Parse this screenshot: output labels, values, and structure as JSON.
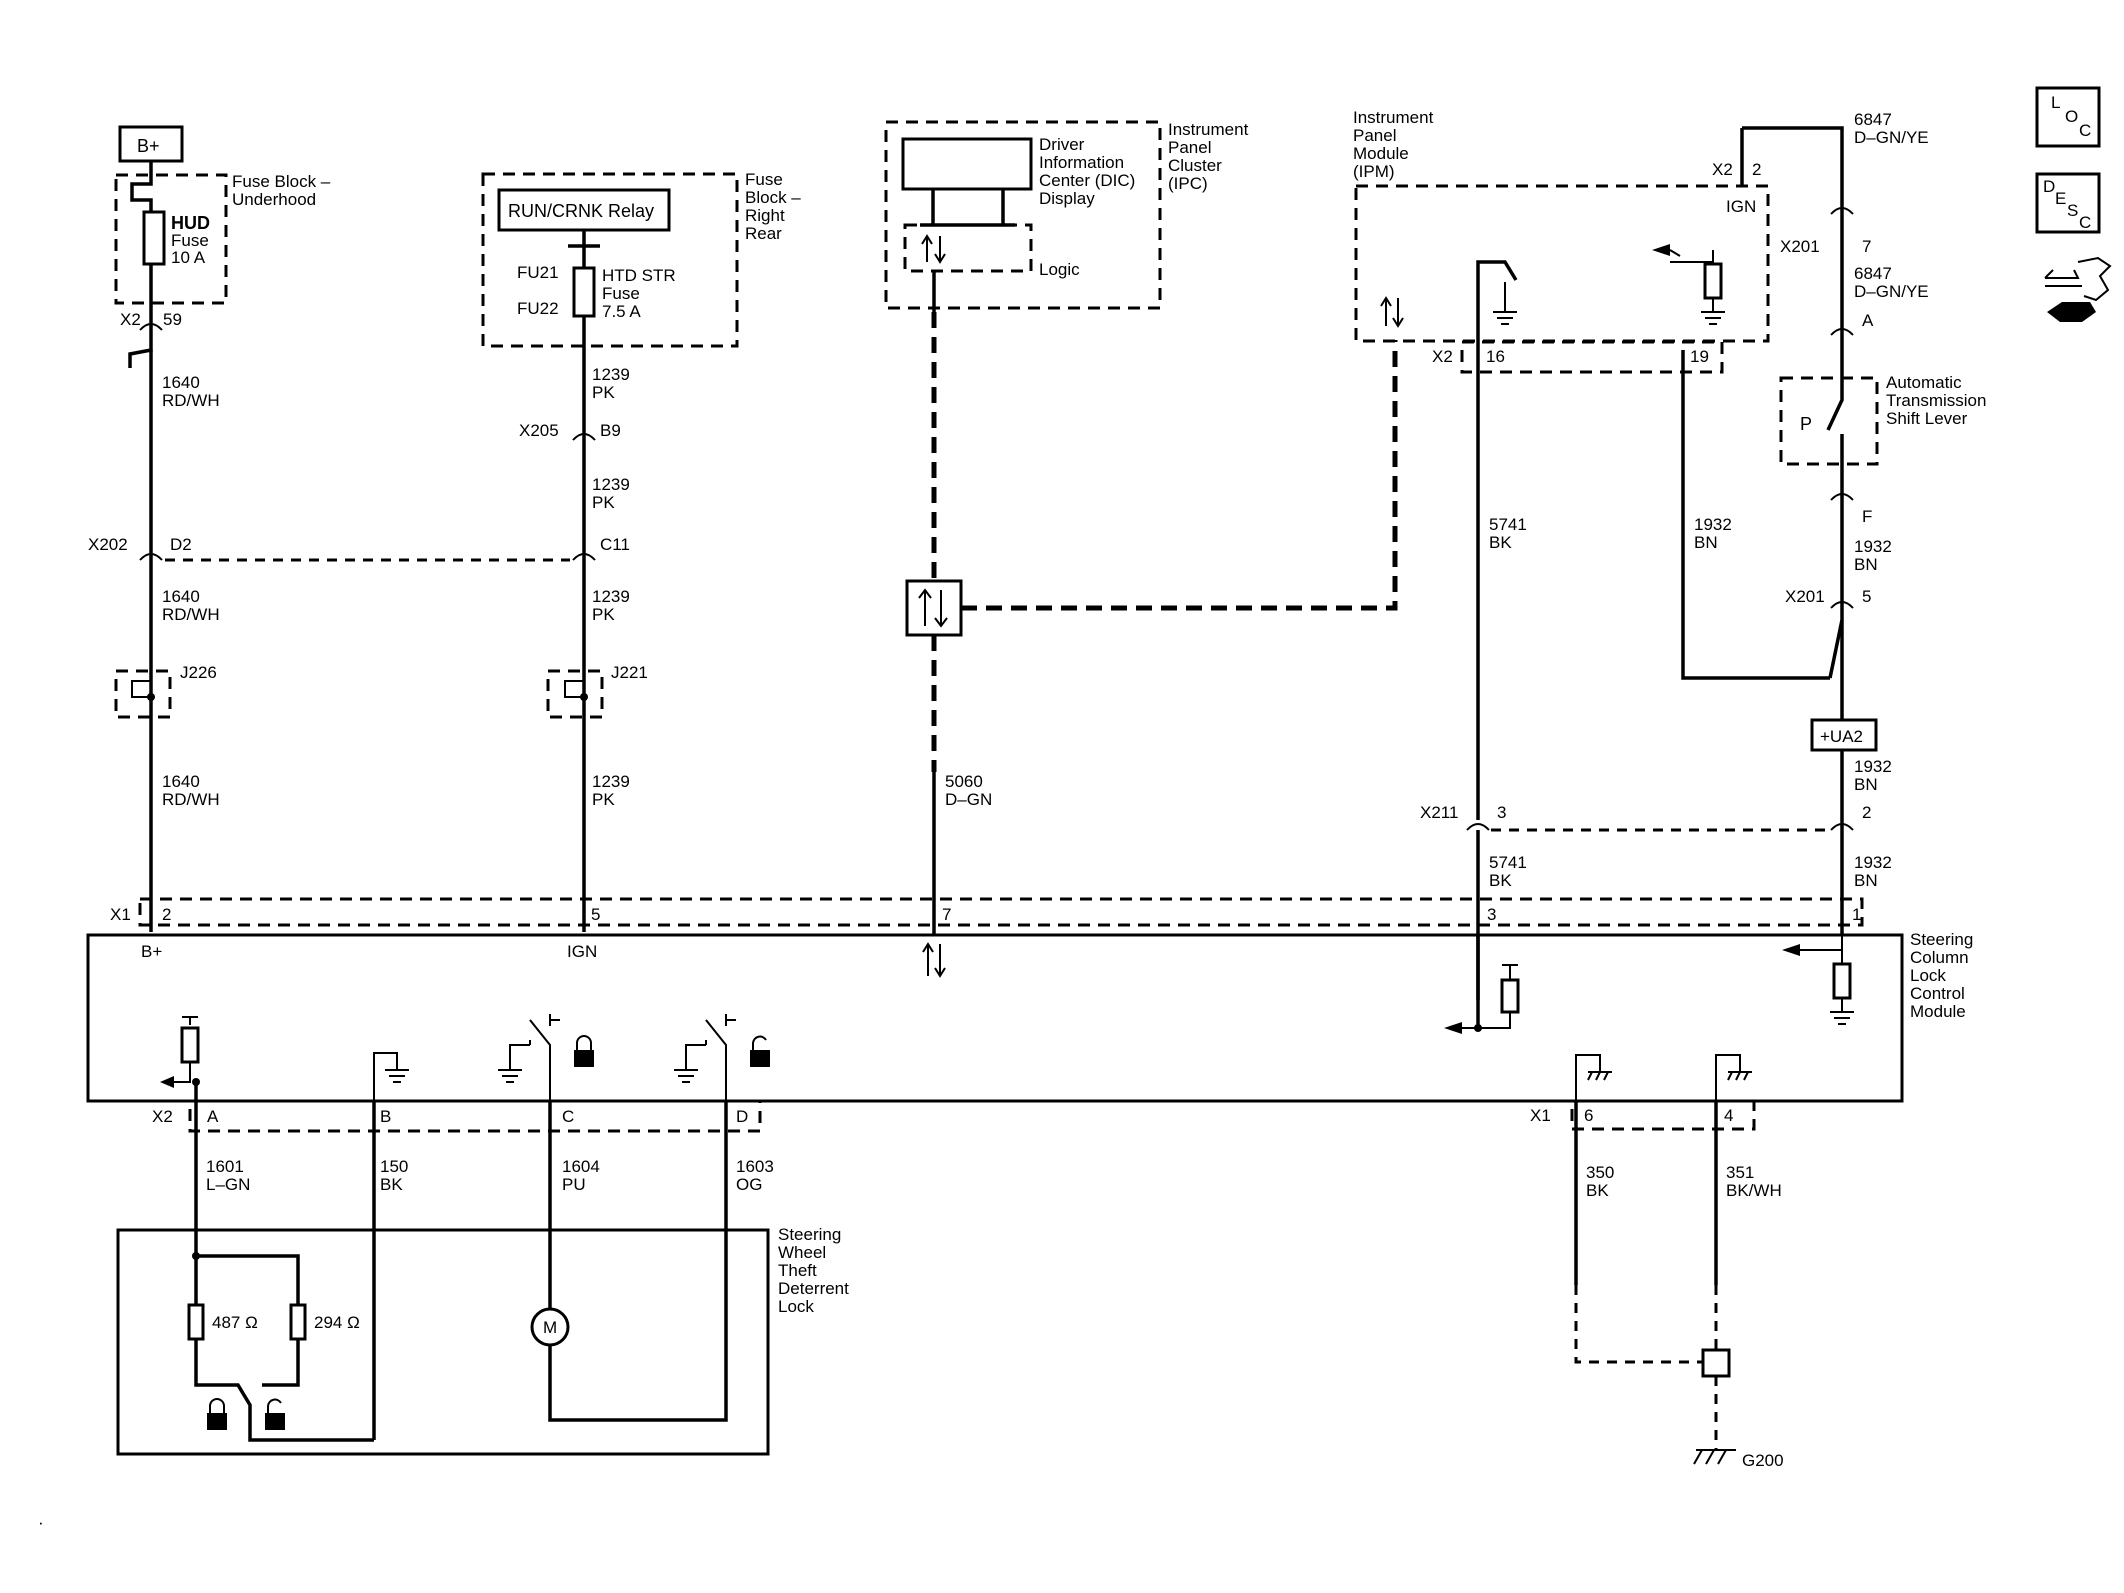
{
  "components": {
    "b_plus_terminal": "B+",
    "fuse_block_underhood": [
      "Fuse Block –",
      "Underhood"
    ],
    "hud_fuse": [
      "HUD",
      "Fuse",
      "10 A"
    ],
    "run_crnk_relay": "RUN/CRNK Relay",
    "fuse_block_right_rear": [
      "Fuse",
      "Block –",
      "Right",
      "Rear"
    ],
    "fu21": "FU21",
    "fu22": "FU22",
    "htd_str_fuse": [
      "HTD STR",
      "Fuse",
      "7.5 A"
    ],
    "dic": [
      "Driver",
      "Information",
      "Center (DIC)",
      "Display"
    ],
    "logic": "Logic",
    "ipc": [
      "Instrument",
      "Panel",
      "Cluster",
      "(IPC)"
    ],
    "ipm": [
      "Instrument",
      "Panel",
      "Module",
      "(IPM)"
    ],
    "ign_label": "IGN",
    "ats_lever": [
      "Automatic",
      "Transmission",
      "Shift Lever"
    ],
    "p_label": "P",
    "ua2": "+UA2",
    "sclcm": [
      "Steering",
      "Column",
      "Lock",
      "Control",
      "Module"
    ],
    "b_plus_pin": "B+",
    "ign_pin": "IGN",
    "swtdl": [
      "Steering",
      "Wheel",
      "Theft",
      "Deterrent",
      "Lock"
    ],
    "r487": "487 Ω",
    "r294": "294 Ω",
    "motor": "M",
    "ground_g200": "G200",
    "junction_j226": "J226",
    "junction_j221": "J221"
  },
  "connectors": {
    "x2_59": [
      "X2",
      "59"
    ],
    "x205_b9": [
      "X205",
      "B9"
    ],
    "x202": "X202",
    "d2": "D2",
    "c11": "C11",
    "x1": "X1",
    "x1_pins": [
      "2",
      "5",
      "7",
      "3",
      "1"
    ],
    "x2_ipm": "X2",
    "x2_ipm_pin2": "2",
    "x2_ipm_16": "16",
    "x2_ipm_19": "19",
    "x201_7": [
      "X201",
      "7"
    ],
    "pin_a": "A",
    "pin_f": "F",
    "x201_5": [
      "X201",
      "5"
    ],
    "x211_3": [
      "X211",
      "3"
    ],
    "pin_2": "2",
    "x2_bottom": "X2",
    "x2_bottom_pins": [
      "A",
      "B",
      "C",
      "D"
    ],
    "x1_bottom": "X1",
    "x1_bottom_pins": [
      "6",
      "4"
    ]
  },
  "wires": {
    "w1640_a": [
      "1640",
      "RD/WH"
    ],
    "w1640_b": [
      "1640",
      "RD/WH"
    ],
    "w1640_c": [
      "1640",
      "RD/WH"
    ],
    "w1239_a": [
      "1239",
      "PK"
    ],
    "w1239_b": [
      "1239",
      "PK"
    ],
    "w1239_c": [
      "1239",
      "PK"
    ],
    "w1239_d": [
      "1239",
      "PK"
    ],
    "w5060": [
      "5060",
      "D–GN"
    ],
    "w6847_a": [
      "6847",
      "D–GN/YE"
    ],
    "w6847_b": [
      "6847",
      "D–GN/YE"
    ],
    "w1932_a": [
      "1932",
      "BN"
    ],
    "w1932_b": [
      "1932",
      "BN"
    ],
    "w1932_c": [
      "1932",
      "BN"
    ],
    "w1932_d": [
      "1932",
      "BN"
    ],
    "w5741_a": [
      "5741",
      "BK"
    ],
    "w5741_b": [
      "5741",
      "BK"
    ],
    "w1601": [
      "1601",
      "L–GN"
    ],
    "w150": [
      "150",
      "BK"
    ],
    "w1604": [
      "1604",
      "PU"
    ],
    "w1603": [
      "1603",
      "OG"
    ],
    "w350": [
      "350",
      "BK"
    ],
    "w351": [
      "351",
      "BK/WH"
    ]
  },
  "side_icons": {
    "loc": [
      "L",
      "O",
      "C"
    ],
    "desc": [
      "D",
      "E",
      "S",
      "C"
    ],
    "connector_icon": "connector-tool-icon"
  }
}
